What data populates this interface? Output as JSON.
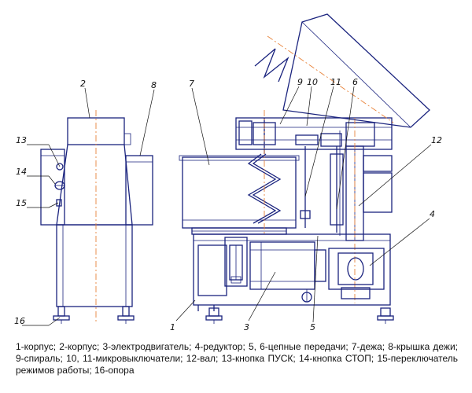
{
  "callouts": [
    "1",
    "2",
    "3",
    "4",
    "5",
    "6",
    "7",
    "8",
    "9",
    "10",
    "11",
    "12",
    "13",
    "14",
    "15",
    "16"
  ],
  "legend_text": "1-корпус; 2-корпус; 3-электродвигатель; 4-редуктор; 5, 6-цепные передачи; 7-дежа; 8-крышка дежи; 9-спираль; 10, 11-микровыключатели; 12-вал; 13-кнопка ПУСК; 14-кнопка СТОП; 15-переключатель режимов работы; 16-опора",
  "colors": {
    "line": "#1a237e",
    "centerline": "#e8833a",
    "text": "#111111"
  }
}
